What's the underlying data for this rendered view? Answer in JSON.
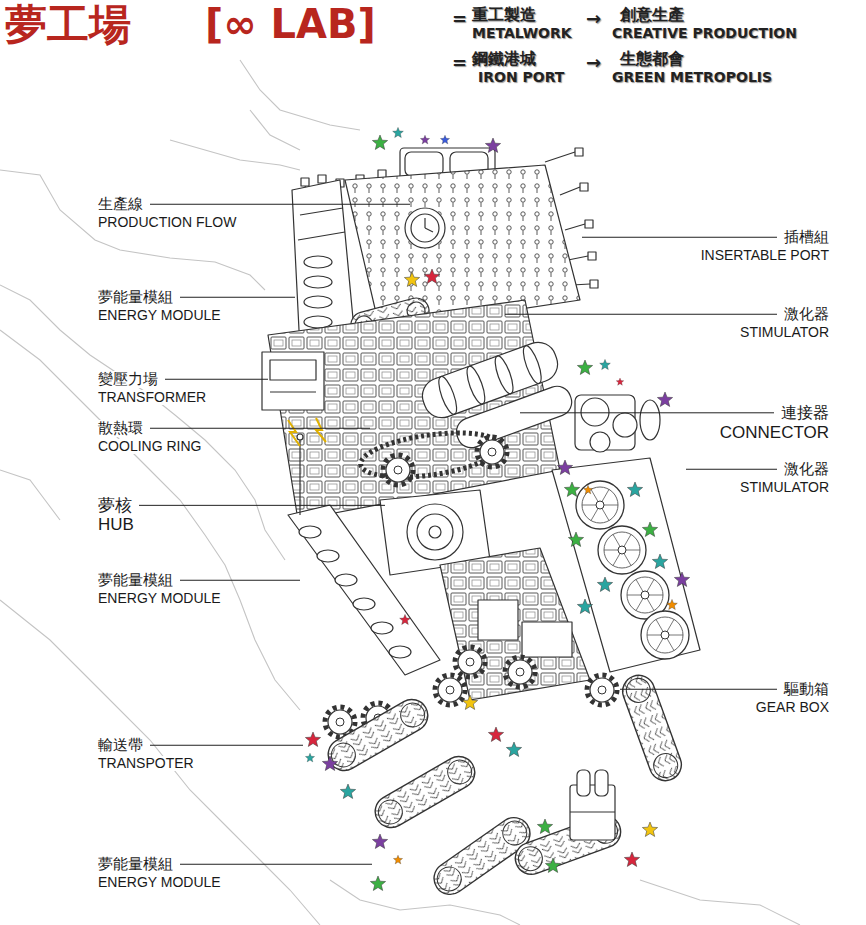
{
  "diagram": {
    "title": "夢工場",
    "labels": [
      "[∞ LAB]",
      "=",
      "重工製造",
      "METALWORK",
      "→",
      "創意生產",
      "CREATIVE PRODUCTION",
      "=",
      "鋼鐵港城",
      "IRON PORT",
      "→",
      "生態都會",
      "GREEN METROPOLIS",
      "生產線",
      "PRODUCTION FLOW",
      "夢能量模組",
      "ENERGY MODULE",
      "變壓力場",
      "TRANSFORMER",
      "散熱環",
      "COOLING RING",
      "夢核",
      "HUB",
      "夢能量模組",
      "ENERGY MODULE",
      "輸送帶",
      "TRANSPOTER",
      "夢能量模組",
      "ENERGY MODULE",
      "插槽組",
      "INSERTABLE PORT",
      "激化器",
      "STIMULATOR",
      "連接器",
      "CONNECTOR",
      "激化器",
      "STIMULATOR",
      "驅動箱",
      "GEAR BOX"
    ]
  }
}
